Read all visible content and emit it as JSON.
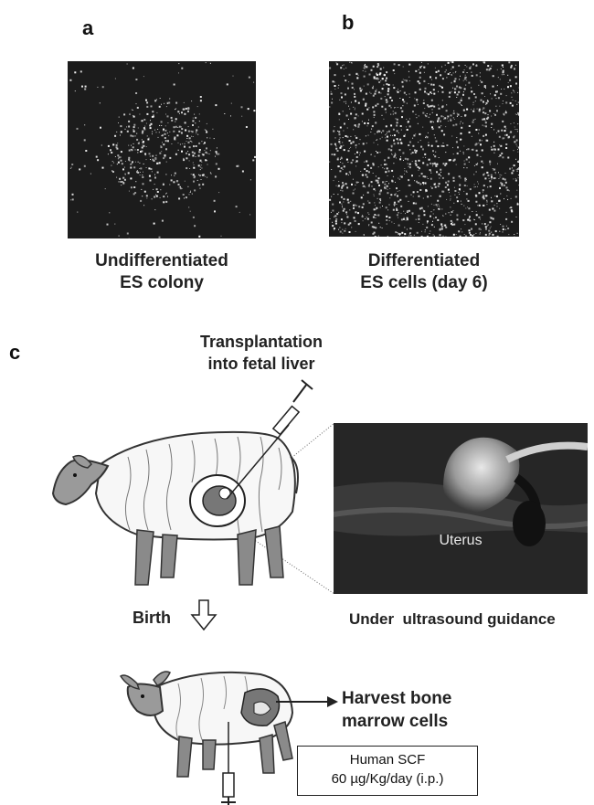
{
  "panels": {
    "a": {
      "letter": "a",
      "caption_line1": "Undifferentiated",
      "caption_line2": "ES colony"
    },
    "b": {
      "letter": "b",
      "caption_line1": "Differentiated",
      "caption_line2": "ES cells (day 6)"
    },
    "c": {
      "letter": "c",
      "transplant_line1": "Transplantation",
      "transplant_line2": "into fetal liver",
      "uterus_label": "Uterus",
      "ultrasound_caption": "Under  ultrasound guidance",
      "birth_label": "Birth",
      "harvest_line1": "Harvest bone",
      "harvest_line2": "marrow cells",
      "scf_line1": "Human SCF",
      "scf_line2": "60 µg/Kg/day (i.p.)"
    }
  }
}
